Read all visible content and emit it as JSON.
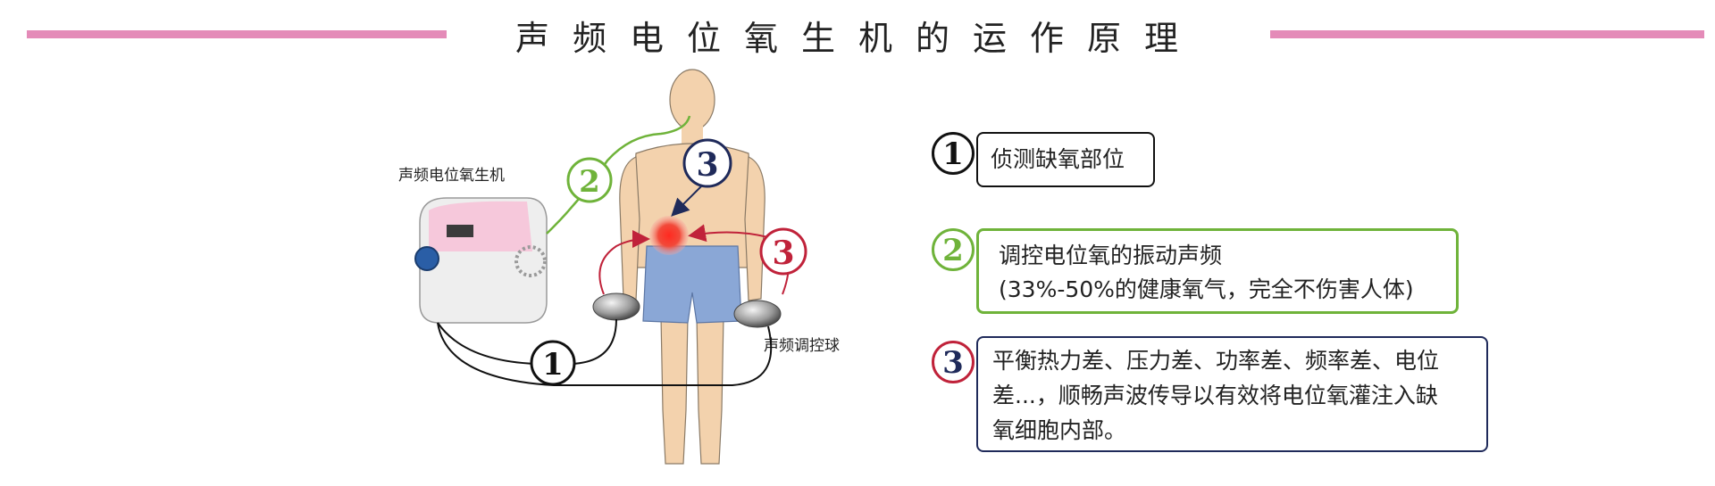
{
  "title": "声频电位氧生机的运作原理",
  "labels": {
    "machine": "声频电位氧生机",
    "ball": "声频调控球"
  },
  "machine_display": "",
  "badges": {
    "one": "1",
    "two": "2",
    "three": "3"
  },
  "steps": [
    {
      "number": "1",
      "lines": [
        "侦测缺氧部位"
      ]
    },
    {
      "number": "2",
      "lines": [
        "调控电位氧的振动声频",
        "(33%-50%的健康氧气，完全不伤害人体)"
      ]
    },
    {
      "number": "3",
      "lines": [
        "平衡热力差、压力差、功率差、频率差、电位",
        "差...，顺畅声波传导以有效将电位氧灌注入缺",
        "氧细胞内部。"
      ]
    }
  ],
  "colors": {
    "header_line": "#e48bb8",
    "step1": "#111111",
    "step2": "#6fb33a",
    "step3_ring": "#c0223a",
    "step3_text": "#1f2a5a",
    "skin": "#f3d2ad",
    "shorts": "#8aa7d6",
    "hotspot": "#e8202a"
  }
}
